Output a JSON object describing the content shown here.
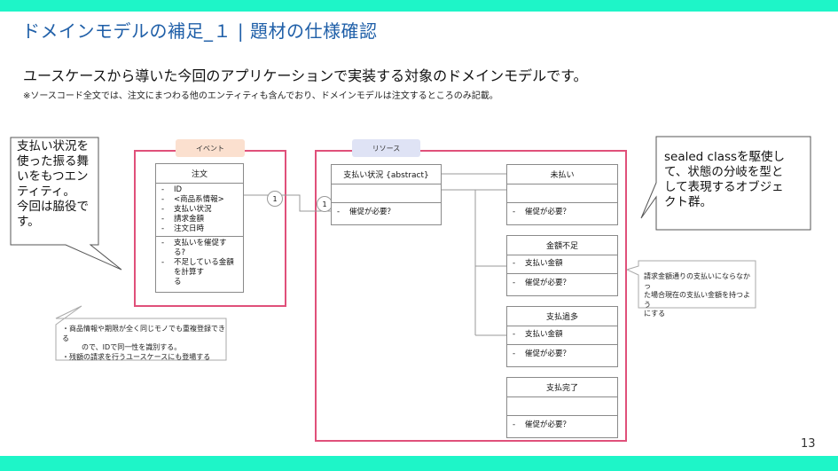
{
  "slide": {
    "title": "ドメインモデルの補足_１ | 題材の仕様確認",
    "subtitle": "ユースケースから導いた今回のアプリケーションで実装する対象のドメインモデルです。",
    "note": "※ソースコード全文では、注文にまつわる他のエンティティも含んでおり、ドメインモデルは注文するところのみ記載。",
    "page_number": "13"
  },
  "callouts": {
    "left": [
      "支払い状況を",
      "使った振る舞",
      "いをもつエン",
      "ティティ。",
      "今回は脇役で",
      "す。"
    ],
    "right": [
      "sealed classを駆使し",
      "て、状態の分岐を型と",
      "して表現するオブジェ",
      "クト群。"
    ],
    "bottom_left": [
      "・商品情報や期限が全く同じモノでも重複登録できる",
      "ので、IDで同一性を識別する。",
      "・残額の請求を行うユースケースにも登場する"
    ],
    "right_small": [
      "請求金額通りの支払いにならなかっ",
      "た場合現在の支払い金額を持つよう",
      "にする"
    ]
  },
  "tags": {
    "event": "イベント",
    "resource": "リソース"
  },
  "multiplicity": {
    "left": "1",
    "right": "1"
  },
  "dash": "-",
  "classes": {
    "order": {
      "name": "注文",
      "attributes": [
        "ID",
        "<商品系情報>",
        "支払い状況",
        "請求金額",
        "注文日時"
      ],
      "methods": [
        "支払いを催促する?",
        "不足している金額を計算す",
        "る"
      ]
    },
    "payment_status": {
      "name": "支払い状況 {abstract}",
      "methods": [
        "催促が必要？"
      ]
    },
    "unpaid": {
      "name": "未払い",
      "methods": [
        "催促が必要？"
      ]
    },
    "insufficient": {
      "name": "金額不足",
      "attributes": [
        "支払い金額"
      ],
      "methods": [
        "催促が必要？"
      ]
    },
    "overpaid": {
      "name": "支払過多",
      "attributes": [
        "支払い金額"
      ],
      "methods": [
        "催促が必要？"
      ]
    },
    "completed": {
      "name": "支払完了",
      "methods": [
        "催促が必要？"
      ]
    }
  },
  "colors": {
    "accent_bar": "#1ef5c8",
    "title": "#1f5fa8",
    "frame": "#e0507a"
  }
}
